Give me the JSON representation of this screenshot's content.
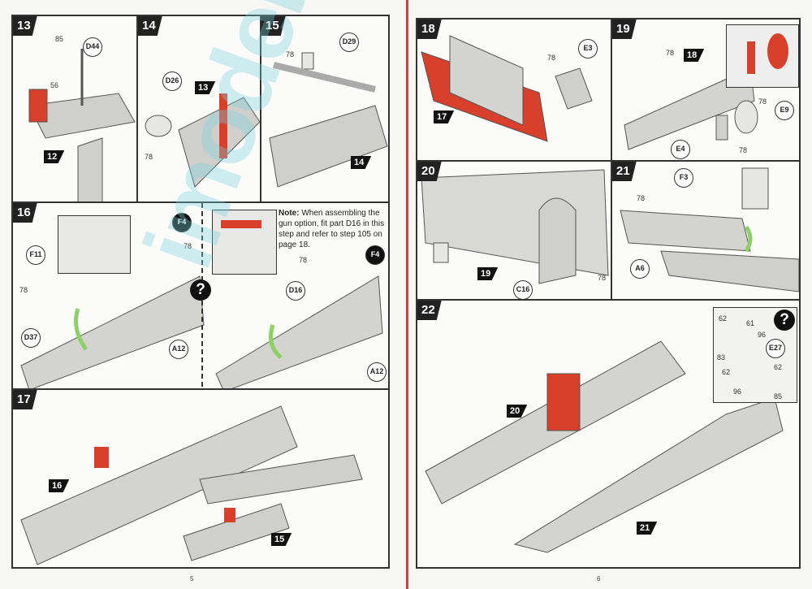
{
  "pages": {
    "left_number": "5",
    "right_number": "6"
  },
  "watermark": "imodeler.net",
  "colors": {
    "highlight_red": "#d8402c",
    "highlight_green": "#8cd066",
    "part_gray": "#c9c9c6"
  },
  "steps": {
    "s13": {
      "number": "13",
      "labels": [
        "85",
        "56",
        "D44"
      ],
      "flags": [
        "12"
      ]
    },
    "s14": {
      "number": "14",
      "labels": [
        "D26",
        "78"
      ],
      "flags": [
        "13"
      ]
    },
    "s15": {
      "number": "15",
      "labels": [
        "D29",
        "78"
      ],
      "flags": [
        "14"
      ]
    },
    "s16": {
      "number": "16",
      "labels": [
        "F4",
        "78",
        "F11",
        "78",
        "D37",
        "A12",
        "F4",
        "78",
        "D16",
        "A12"
      ],
      "note_bold": "Note:",
      "note_text": "When assembling the gun option, fit part D16 in this step and refer to step 105 on page 18.",
      "help": "?"
    },
    "s17": {
      "number": "17",
      "flags": [
        "16",
        "15"
      ]
    },
    "s18": {
      "number": "18",
      "labels": [
        "78",
        "E3"
      ],
      "flags": [
        "17"
      ]
    },
    "s19": {
      "number": "19",
      "labels": [
        "78",
        "78",
        "E9",
        "E4",
        "78"
      ],
      "flags": [
        "18"
      ]
    },
    "s20": {
      "number": "20",
      "labels": [
        "C16",
        "78"
      ],
      "flags": [
        "19"
      ]
    },
    "s21": {
      "number": "21",
      "labels": [
        "F3",
        "78",
        "A6"
      ]
    },
    "s22": {
      "number": "22",
      "labels": [
        "62",
        "61",
        "96",
        "E27",
        "83",
        "62",
        "62",
        "96",
        "85"
      ],
      "flags": [
        "20",
        "21"
      ],
      "help": "?"
    }
  }
}
